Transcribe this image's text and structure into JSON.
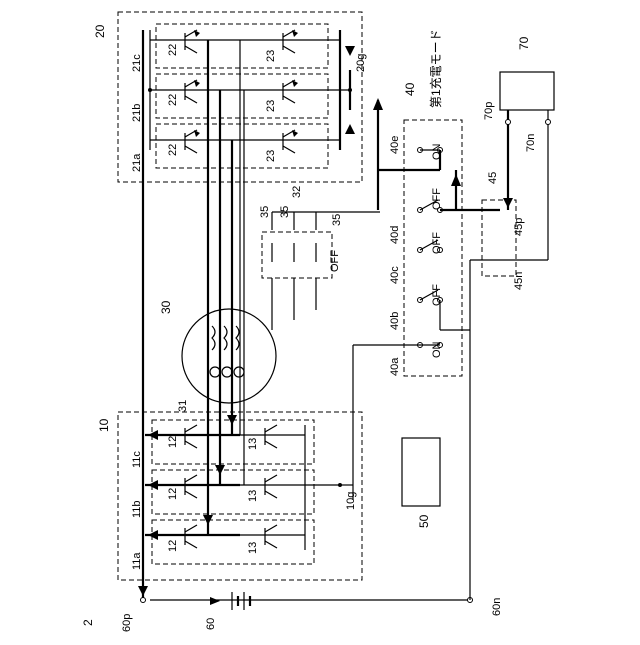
{
  "diagram": {
    "mode_label": "第1充電モード",
    "labels": {
      "system": "2",
      "inverter1": "10",
      "leg11a": "11a",
      "leg11b": "11b",
      "leg11c": "11c",
      "sw12": "12",
      "sw13": "13",
      "node10g": "10g",
      "inverter2": "20",
      "leg21a": "21a",
      "leg21b": "21b",
      "leg21c": "21c",
      "sw22": "22",
      "sw23": "23",
      "node20g": "20g",
      "motor": "30",
      "coils": "31",
      "relay_box": "32",
      "relay": "35",
      "switch_unit": "40",
      "sw40a": "40a",
      "sw40b": "40b",
      "sw40c": "40c",
      "sw40d": "40d",
      "sw40e": "40e",
      "connector": "45",
      "conn45p": "45p",
      "conn45n": "45n",
      "control": "50",
      "battery": "60",
      "batt60p": "60p",
      "batt60n": "60n",
      "charger": "70",
      "ch70p": "70p",
      "ch70n": "70n"
    },
    "states": {
      "s40a": "ON",
      "s40b": "OFF",
      "s40c": "OFF",
      "s40d": "OFF",
      "s40e": "ON",
      "relay": "OFF"
    }
  }
}
